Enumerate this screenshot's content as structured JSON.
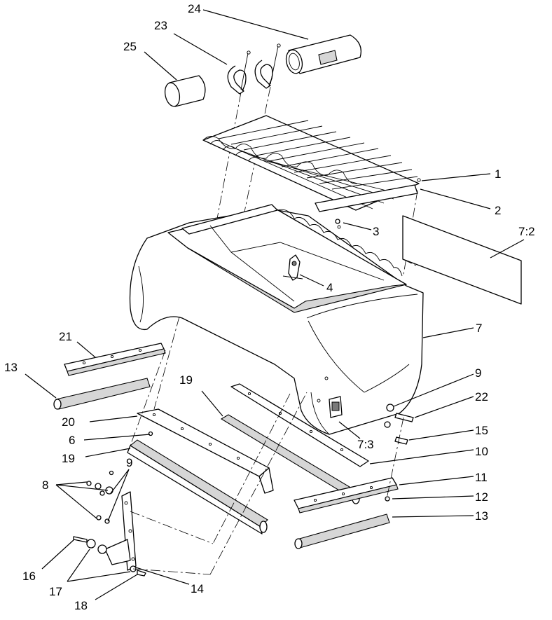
{
  "diagram": {
    "callouts": [
      "1",
      "2",
      "3",
      "4",
      "7:2",
      "7",
      "9",
      "22",
      "15",
      "7:3",
      "10",
      "11",
      "12",
      "13",
      "14",
      "18",
      "17",
      "16",
      "8",
      "9",
      "19",
      "6",
      "20",
      "13",
      "21",
      "19",
      "25",
      "23",
      "24"
    ]
  }
}
